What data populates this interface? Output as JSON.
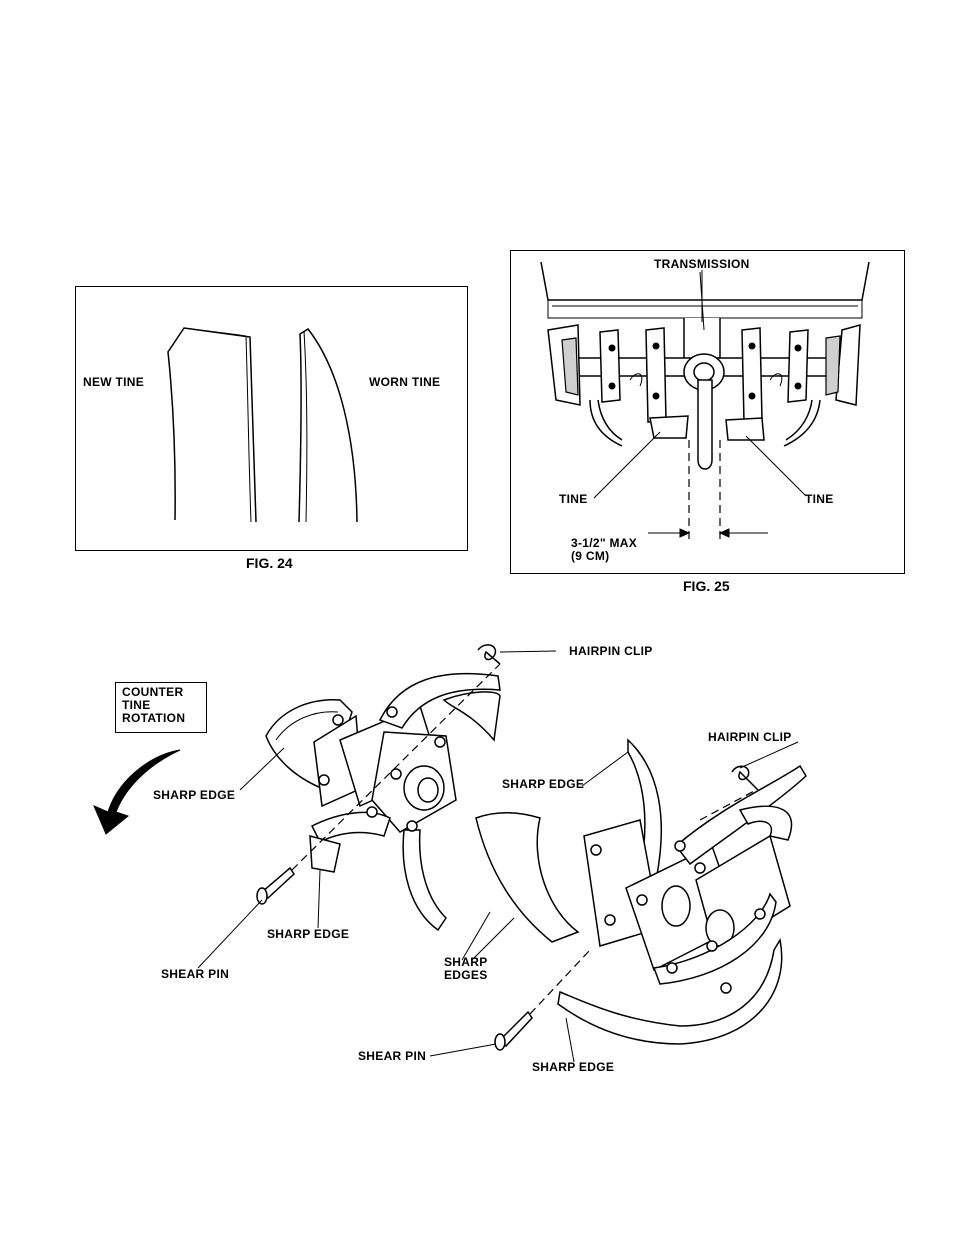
{
  "fig24": {
    "caption": "FIG. 24",
    "new_tine_label": "NEW TINE",
    "worn_tine_label": "WORN TINE"
  },
  "fig25": {
    "caption": "FIG. 25",
    "transmission_label": "TRANSMISSION",
    "tine_left_label": "TINE",
    "tine_right_label": "TINE",
    "max_gap_label_line1": "3-1/2\" MAX",
    "max_gap_label_line2": "(9 CM)"
  },
  "assembly": {
    "rotation_box": [
      "COUNTER",
      "TINE",
      "ROTATION"
    ],
    "hairpin_clip_1": "HAIRPIN CLIP",
    "hairpin_clip_2": "HAIRPIN CLIP",
    "sharp_edge_1": "SHARP EDGE",
    "sharp_edge_2": "SHARP EDGE",
    "sharp_edge_3": "SHARP EDGE",
    "sharp_edge_4": "SHARP EDGE",
    "sharp_edges_line1": "SHARP",
    "sharp_edges_line2": "EDGES",
    "shear_pin_1": "SHEAR PIN",
    "shear_pin_2": "SHEAR PIN"
  }
}
